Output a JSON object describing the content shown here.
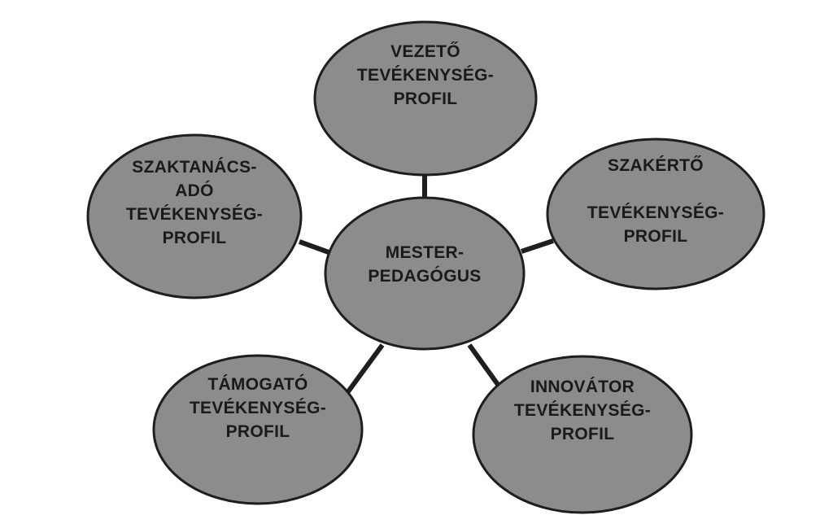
{
  "colors": {
    "node_fill": "#8c8c8c",
    "node_stroke": "#1e1e1e",
    "connector": "#1e1e1e",
    "text": "#1a1a1a",
    "background": "#ffffff"
  },
  "center": {
    "lines": [
      "MESTER-",
      "PEDAGÓGUS"
    ]
  },
  "nodes": {
    "top": {
      "lines": [
        "VEZETŐ",
        "TEVÉKENYSÉG-",
        "PROFIL"
      ]
    },
    "upper_right": {
      "lines": [
        "SZAKÉRTŐ",
        "",
        "TEVÉKENYSÉG-",
        "PROFIL"
      ]
    },
    "lower_right": {
      "lines": [
        "INNOVÁTOR",
        "TEVÉKENYSÉG-",
        "PROFIL"
      ]
    },
    "lower_left": {
      "lines": [
        "TÁMOGATÓ",
        "TEVÉKENYSÉG-",
        "PROFIL"
      ]
    },
    "upper_left": {
      "lines": [
        "SZAKTANÁCS-",
        "ADÓ",
        "TEVÉKENYSÉG-",
        "PROFIL"
      ]
    }
  }
}
